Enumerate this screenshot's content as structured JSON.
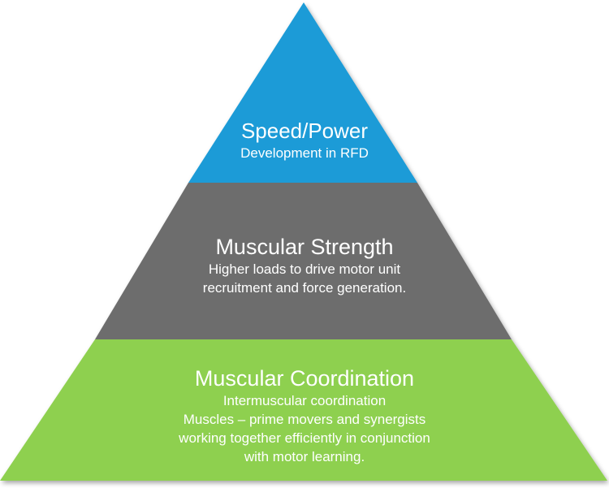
{
  "pyramid": {
    "tiers": [
      {
        "id": "top",
        "title": "Speed/Power",
        "lines": [
          "Development in RFD"
        ],
        "color": "#1a9bd7"
      },
      {
        "id": "middle",
        "title": "Muscular Strength",
        "lines": [
          "Higher loads to drive motor unit",
          "recruitment and force generation."
        ],
        "color": "#6d6d6d"
      },
      {
        "id": "bottom",
        "title": "Muscular Coordination",
        "lines": [
          "Intermuscular coordination",
          "Muscles – prime movers and synergists",
          "working together efficiently in conjunction",
          "with motor learning."
        ],
        "color": "#8ed04f"
      }
    ]
  }
}
